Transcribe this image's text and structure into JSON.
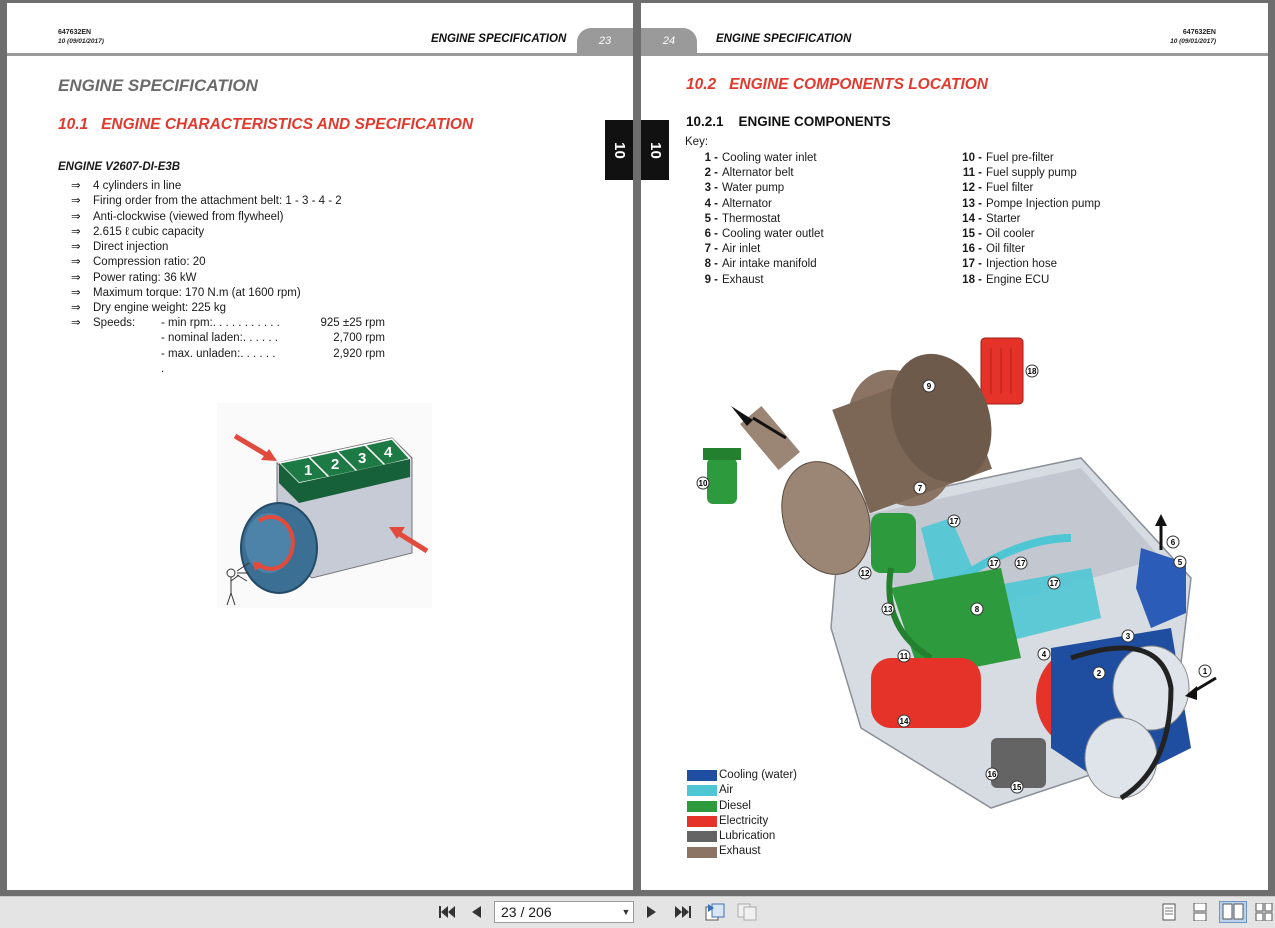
{
  "viewer": {
    "page_indicator": "23 / 206",
    "colors": {
      "background": "#6e6e6e",
      "toolbar": "#e4e4e4",
      "heading_red": "#e03a2f"
    }
  },
  "left_page": {
    "doc_number": "647632EN",
    "revision": "10 (09/01/2017)",
    "header_title": "ENGINE SPECIFICATION",
    "page_number": "23",
    "chapter_tab": "10",
    "title": "ENGINE SPECIFICATION",
    "section_heading": "10.1   ENGINE CHARACTERISTICS AND SPECIFICATION",
    "engine_name": "ENGINE V2607-DI-E3B",
    "bullet_symbol": "⇒",
    "bullets": [
      "4 cylinders in line",
      "Firing order from the attachment belt: 1 - 3 - 4 - 2",
      "Anti-clockwise (viewed from flywheel)",
      "2.615 ℓ cubic capacity",
      "Direct injection",
      "Compression ratio: 20",
      "Power rating: 36 kW",
      "Maximum torque: 170 N.m (at 1600 rpm)",
      "Dry engine weight: 225 kg"
    ],
    "speeds": {
      "label": "Speeds:",
      "rows": [
        {
          "name": "- min rpm:. . . . . . . . . . .",
          "value": "925 ±25 rpm"
        },
        {
          "name": "- nominal laden:. . . . . .",
          "value": "2,700 rpm"
        },
        {
          "name": "- max. unladen:. . . . . . .",
          "value": "2,920 rpm"
        }
      ]
    },
    "cylinder_numbers": [
      "1",
      "2",
      "3",
      "4"
    ]
  },
  "right_page": {
    "doc_number": "647632EN",
    "revision": "10 (09/01/2017)",
    "header_title": "ENGINE SPECIFICATION",
    "page_number": "24",
    "chapter_tab": "10",
    "section_heading": "10.2   ENGINE COMPONENTS LOCATION",
    "subsection_heading": "10.2.1    ENGINE COMPONENTS",
    "key_label": "Key:",
    "key_left": [
      {
        "n": "1 -",
        "label": "Cooling water inlet"
      },
      {
        "n": "2 -",
        "label": "Alternator belt"
      },
      {
        "n": "3 -",
        "label": "Water pump"
      },
      {
        "n": "4 -",
        "label": "Alternator"
      },
      {
        "n": "5 -",
        "label": "Thermostat"
      },
      {
        "n": "6 -",
        "label": "Cooling water outlet"
      },
      {
        "n": "7 -",
        "label": "Air inlet"
      },
      {
        "n": "8 -",
        "label": "Air intake manifold"
      },
      {
        "n": "9 -",
        "label": "Exhaust"
      }
    ],
    "key_right": [
      {
        "n": "10 -",
        "label": "Fuel pre-filter"
      },
      {
        "n": "11 -",
        "label": "Fuel supply pump"
      },
      {
        "n": "12 -",
        "label": "Fuel filter"
      },
      {
        "n": "13 -",
        "label": "Pompe Injection pump"
      },
      {
        "n": "14 -",
        "label": "Starter"
      },
      {
        "n": "15 -",
        "label": "Oil cooler"
      },
      {
        "n": "16 -",
        "label": "Oil filter"
      },
      {
        "n": "17 -",
        "label": "Injection hose"
      },
      {
        "n": "18 -",
        "label": "Engine ECU"
      }
    ],
    "legend": [
      {
        "label": "Cooling (water)",
        "color": "#1f4ea1"
      },
      {
        "label": "Air",
        "color": "#4fc6d4"
      },
      {
        "label": "Diesel",
        "color": "#2e9a3e"
      },
      {
        "label": "Electricity",
        "color": "#e5332a"
      },
      {
        "label": "Lubrication",
        "color": "#646464"
      },
      {
        "label": "Exhaust",
        "color": "#8b7463"
      }
    ],
    "callouts": [
      "1",
      "2",
      "3",
      "4",
      "5",
      "6",
      "7",
      "8",
      "9",
      "10",
      "11",
      "12",
      "13",
      "14",
      "15",
      "16",
      "17",
      "17",
      "17",
      "17",
      "18"
    ]
  }
}
